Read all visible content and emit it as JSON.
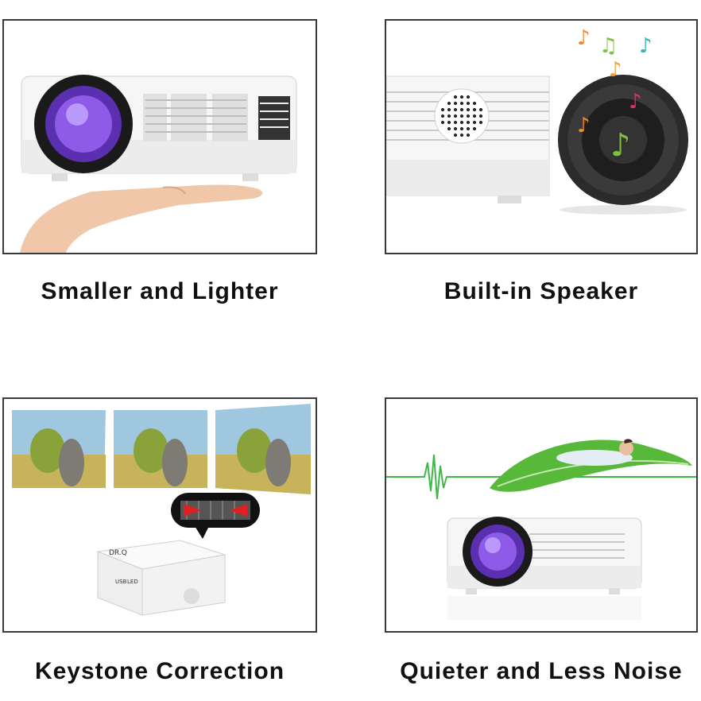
{
  "features": [
    {
      "caption": "Smaller and Lighter",
      "illustration": "projector-on-hand"
    },
    {
      "caption": "Built-in Speaker",
      "illustration": "speaker-with-music-notes"
    },
    {
      "caption": "Keystone Correction",
      "illustration": "keystone-adjust-wheel"
    },
    {
      "caption": "Quieter and Less Noise",
      "illustration": "sleeping-on-leaf"
    }
  ],
  "projector_brand": "DR.Q",
  "projector_port_labels": [
    "USB",
    "LED"
  ],
  "colors": {
    "border": "#3a3a3a",
    "lens": "#7a4fd6",
    "leaf": "#57b83a",
    "arrow": "#e02020",
    "wave": "#3fb84a"
  }
}
